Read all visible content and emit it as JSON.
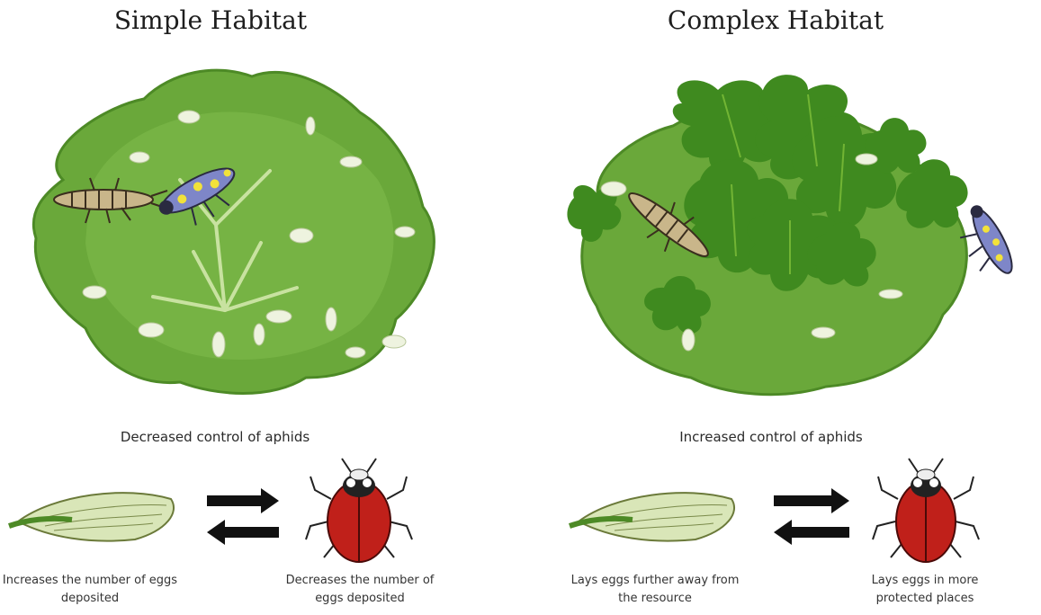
{
  "panels": [
    {
      "title": "Simple Habitat",
      "caption": "Decreased control of aphids",
      "lacewing_label": "Increases the number of eggs deposited",
      "ladybug_label": "Decreases the number of eggs deposited"
    },
    {
      "title": "Complex Habitat",
      "caption": "Increased control of aphids",
      "lacewing_label": "Lays eggs further away from the resource",
      "ladybug_label": "Lays eggs in more protected places"
    }
  ],
  "colors": {
    "leaf": "#6aa83a",
    "leaf_dark": "#4d8a26",
    "leaf_light": "#a6cf6a",
    "fern": "#3f8a1f",
    "ladybug": "#c0201a",
    "arrow": "#111111"
  }
}
